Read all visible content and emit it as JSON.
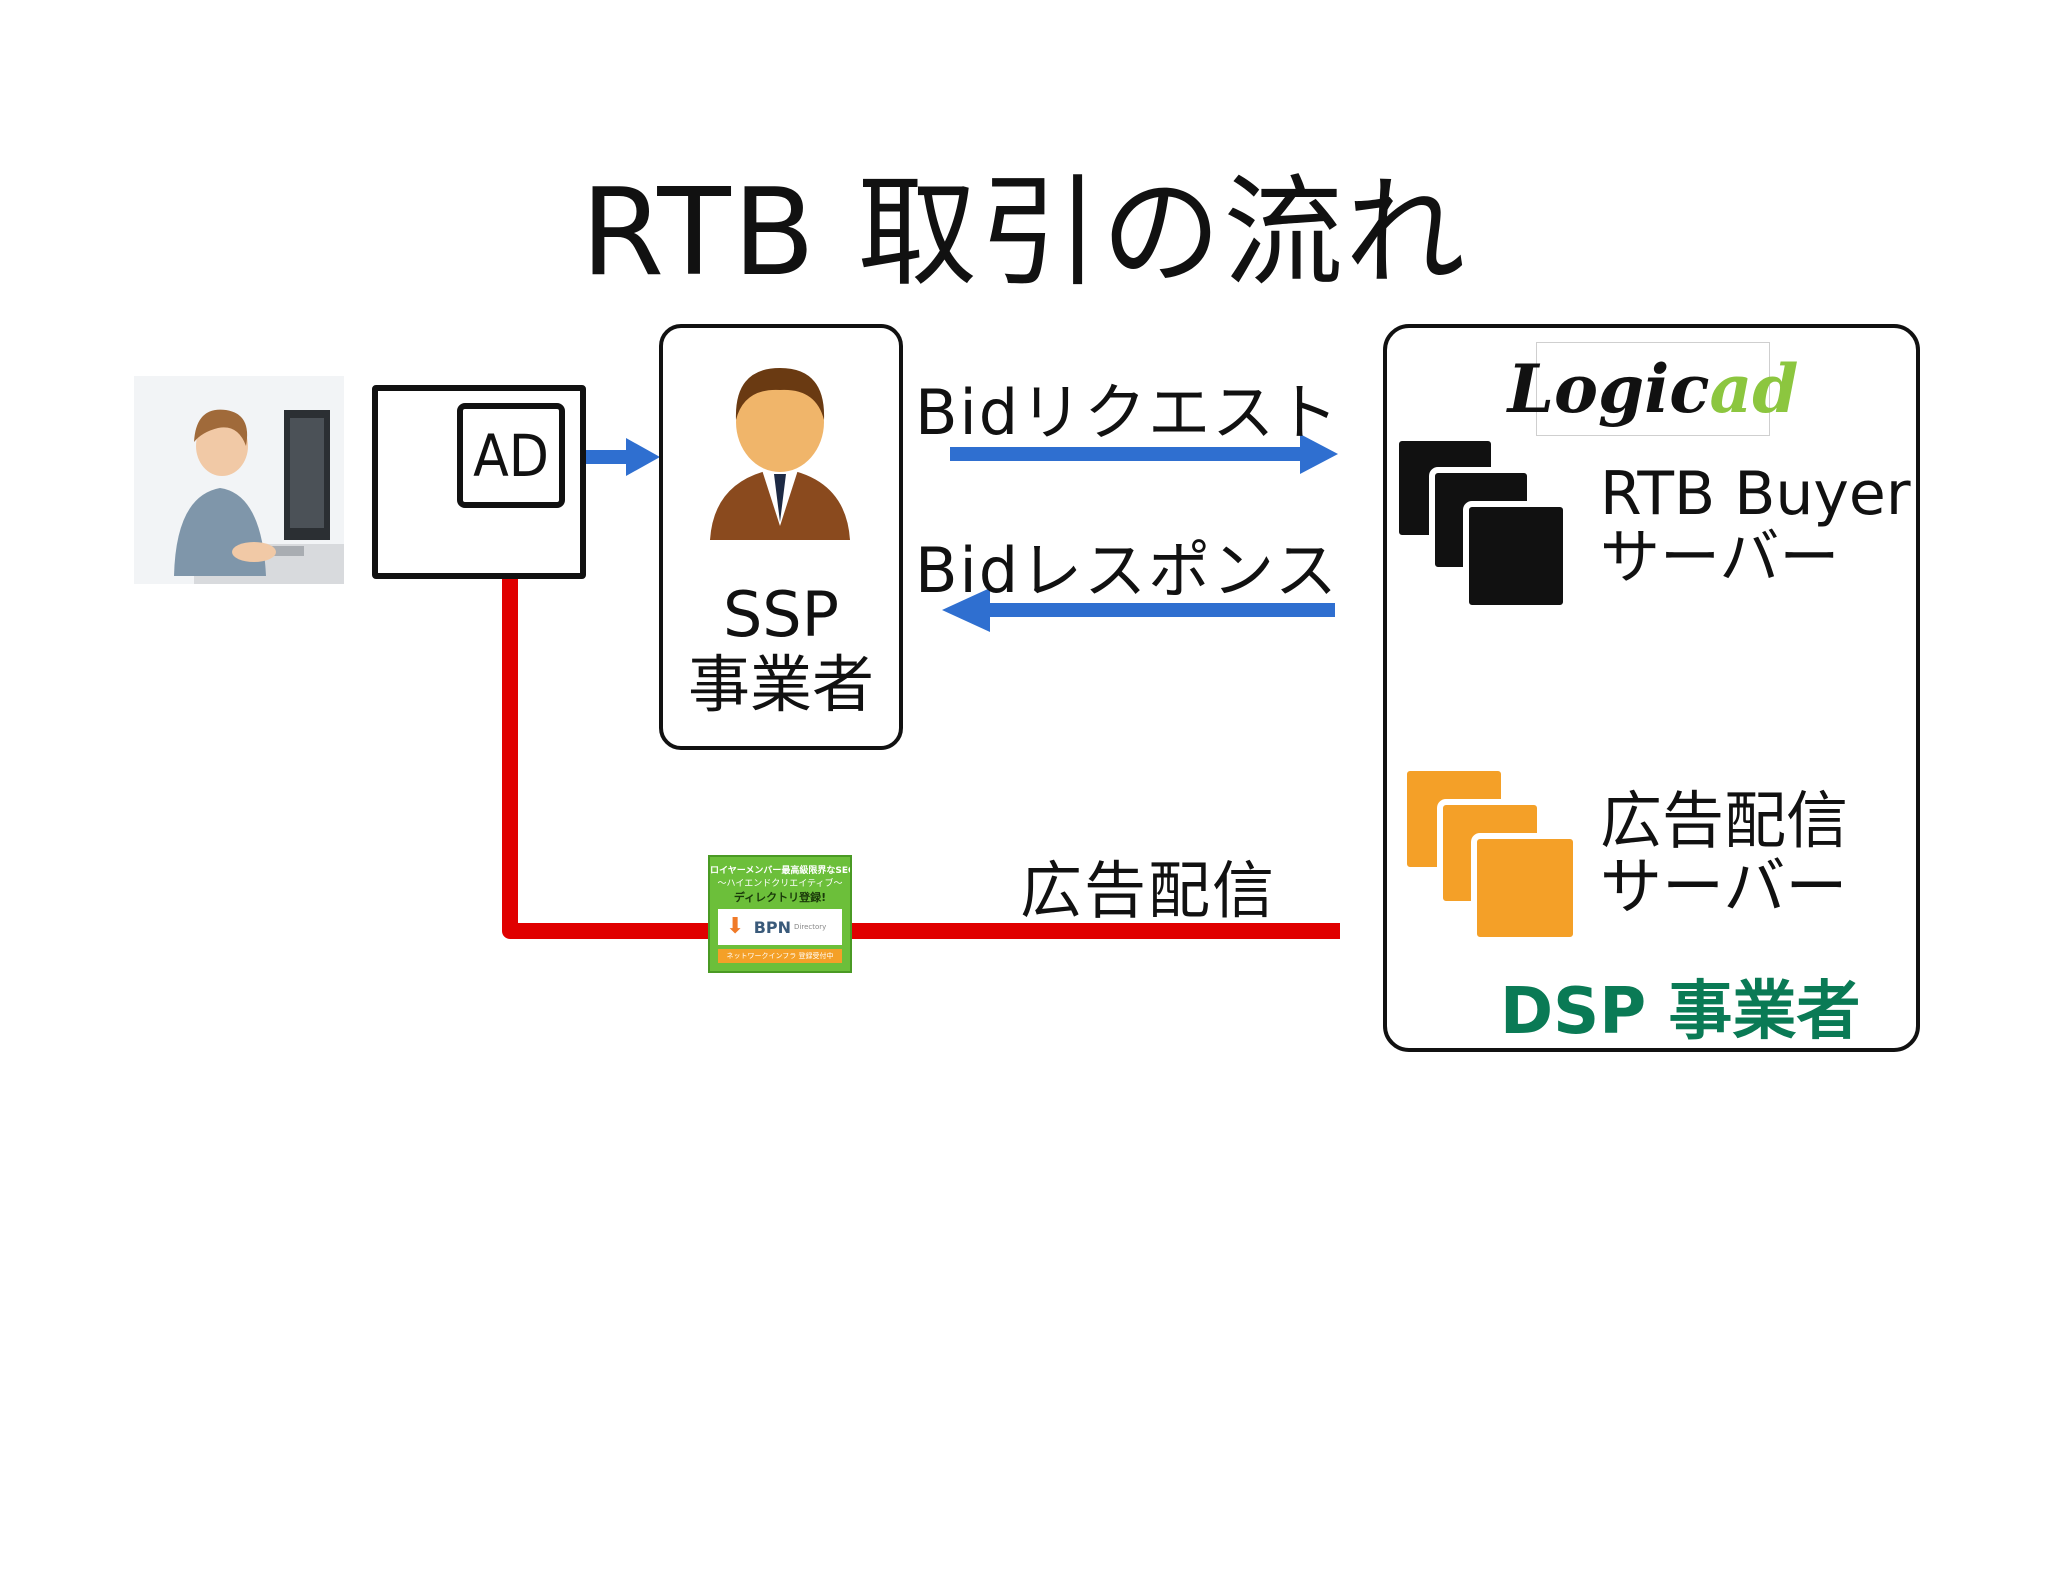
{
  "title": "RTB 取引の流れ",
  "ad_box": {
    "label": "AD"
  },
  "ssp": {
    "line1": "SSP",
    "line2": "事業者"
  },
  "arrows": {
    "bid_request": "Bidリクエスト",
    "bid_response": "Bidレスポンス",
    "ad_delivery": "広告配信"
  },
  "dsp": {
    "logo": {
      "part1": "Logic",
      "part2": "ad"
    },
    "rtb_server": {
      "line1": "RTB Buyer",
      "line2": "サーバー"
    },
    "delivery_server": {
      "line1": "広告配信",
      "line2": "サーバー"
    },
    "label": "DSP 事業者"
  },
  "banner": {
    "line1": "ロイヤーメンバー最高級限界なSEO",
    "line2": "〜ハイエンドクリエイティブ〜",
    "line3": "ディレクトリ登録!",
    "brand": "BPN",
    "brand_sub": "Directory",
    "cta": "ネットワークインフラ 登録受付中"
  },
  "colors": {
    "blue_arrow": "#2f6fd0",
    "red_arrow": "#e00000",
    "orange": "#f4a028",
    "dsp_green": "#0a7a55",
    "logo_green": "#8cc63f",
    "banner_green": "#6cbf3a"
  }
}
